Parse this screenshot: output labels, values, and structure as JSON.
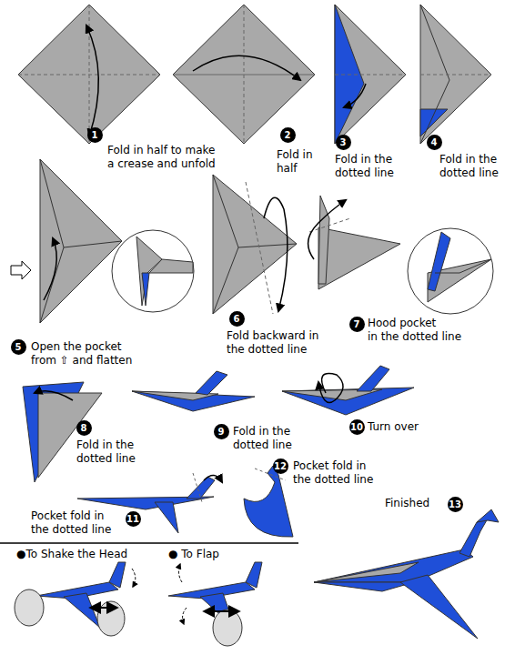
{
  "diagram": {
    "nodes": [
      {
        "text": [
          "1"
        ]
      },
      {
        "text": [
          "2"
        ]
      },
      {
        "text": [
          "3"
        ]
      },
      {
        "text": [
          "4"
        ]
      },
      {
        "text": [
          "5"
        ]
      },
      {
        "text": [
          "6"
        ]
      },
      {
        "text": [
          "7"
        ]
      },
      {
        "text": [
          "8"
        ]
      },
      {
        "text": [
          "9"
        ]
      },
      {
        "text": [
          "10"
        ]
      },
      {
        "text": [
          "11"
        ]
      },
      {
        "text": [
          "12"
        ]
      },
      {
        "text": [
          "13"
        ]
      }
    ],
    "labels": [
      "Fold in half to make a crease and unfold",
      "Fold in half",
      "Fold in the dotted line",
      "Fold in the dotted line",
      "Open the pocket from ⇧ and flatten",
      "Fold backward in the dotted line",
      "Hood pocket in the dotted line",
      "Fold in the dotted line",
      "Fold in the dotted line",
      "Turn over",
      "Pocket fold in the dotted line",
      "Pocket fold in the dotted line",
      "Finished",
      "●To Shake the Head",
      "● To Flap"
    ]
  }
}
